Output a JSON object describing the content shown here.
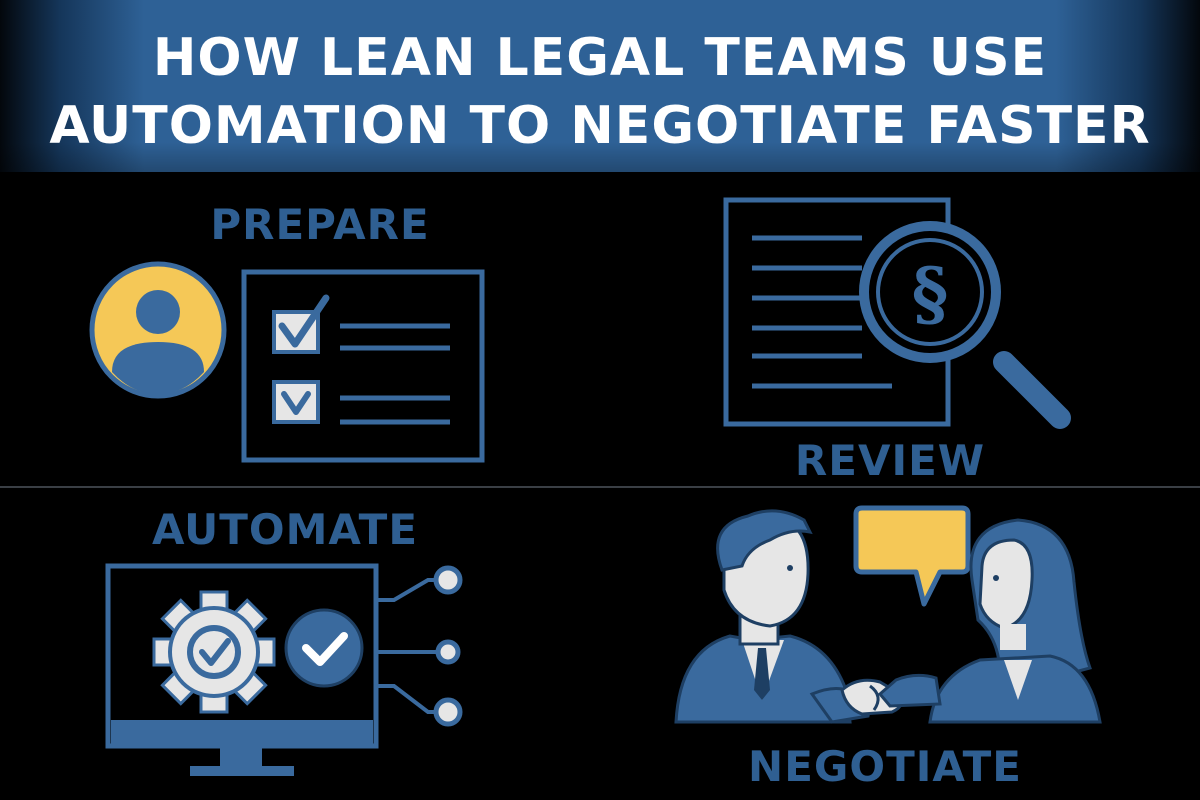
{
  "title": {
    "line1": "HOW LEAN LEGAL TEAMS USE",
    "line2": "AUTOMATION TO NEGOTIATE FASTER"
  },
  "steps": {
    "prepare": "PREPARE",
    "review": "REVIEW",
    "automate": "AUTOMATE",
    "negotiate": "NEGOTIATE"
  },
  "glyphs": {
    "section_sign": "§"
  },
  "colors": {
    "background": "#000000",
    "banner_blue": "#2e6196",
    "label_blue": "#2f5f92",
    "icon_blue": "#3a6a9e",
    "accent_yellow": "#f5c857",
    "light_gray": "#e6e6e6"
  }
}
